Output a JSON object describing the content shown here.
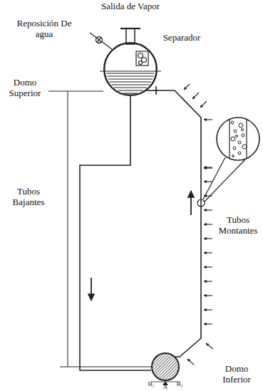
{
  "diagram": {
    "nodes": [
      {
        "text": [
          "Domo Superior"
        ]
      },
      {
        "text": [
          "Domo Inferior"
        ]
      }
    ],
    "edges": [
      {
        "from": 0,
        "to": 1,
        "arrow": "none"
      },
      {
        "from": 1,
        "to": 0,
        "arrow": "none"
      }
    ],
    "labels": [
      "Salida de Vapor",
      "Reposición De agua",
      "Separador",
      "Tubos Bajantes",
      "Tubos Montantes",
      "H₁",
      "A",
      "H₂"
    ]
  }
}
